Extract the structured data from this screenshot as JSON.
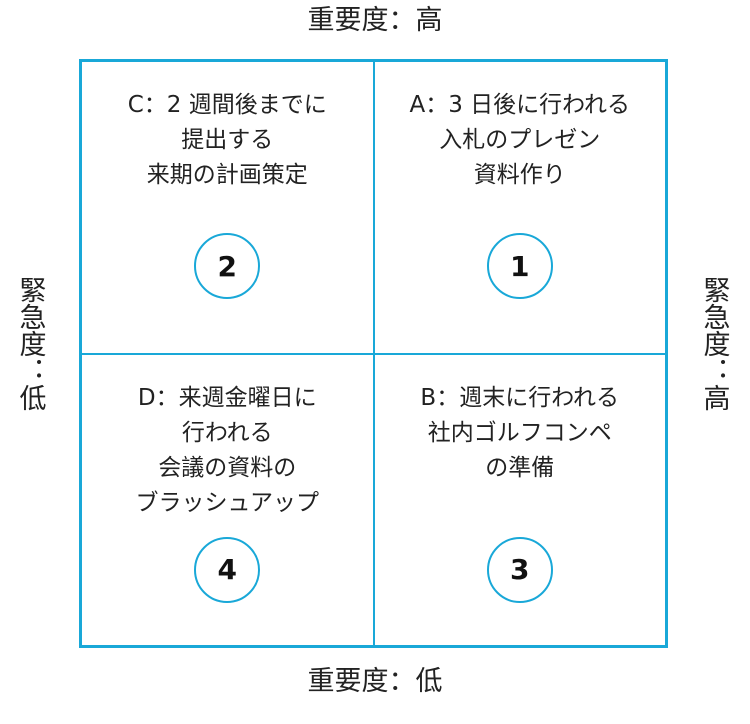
{
  "axes": {
    "top": "重要度：高",
    "bottom": "重要度：低",
    "left": "緊急度：低",
    "right": "緊急度：高"
  },
  "quadrants": {
    "c": {
      "lines": [
        "C：2 週間後までに",
        "提出する",
        "来期の計画策定"
      ],
      "priority": "2"
    },
    "a": {
      "lines": [
        "A：3 日後に行われる",
        "入札のプレゼン",
        "資料作り"
      ],
      "priority": "1"
    },
    "d": {
      "lines": [
        "D：来週金曜日に",
        "行われる",
        "会議の資料の",
        "ブラッシュアップ"
      ],
      "priority": "4"
    },
    "b": {
      "lines": [
        "B：週末に行われる",
        "社内ゴルフコンペ",
        "の準備"
      ],
      "priority": "3"
    }
  },
  "colors": {
    "accent": "#19a8d8",
    "text": "#222222"
  }
}
